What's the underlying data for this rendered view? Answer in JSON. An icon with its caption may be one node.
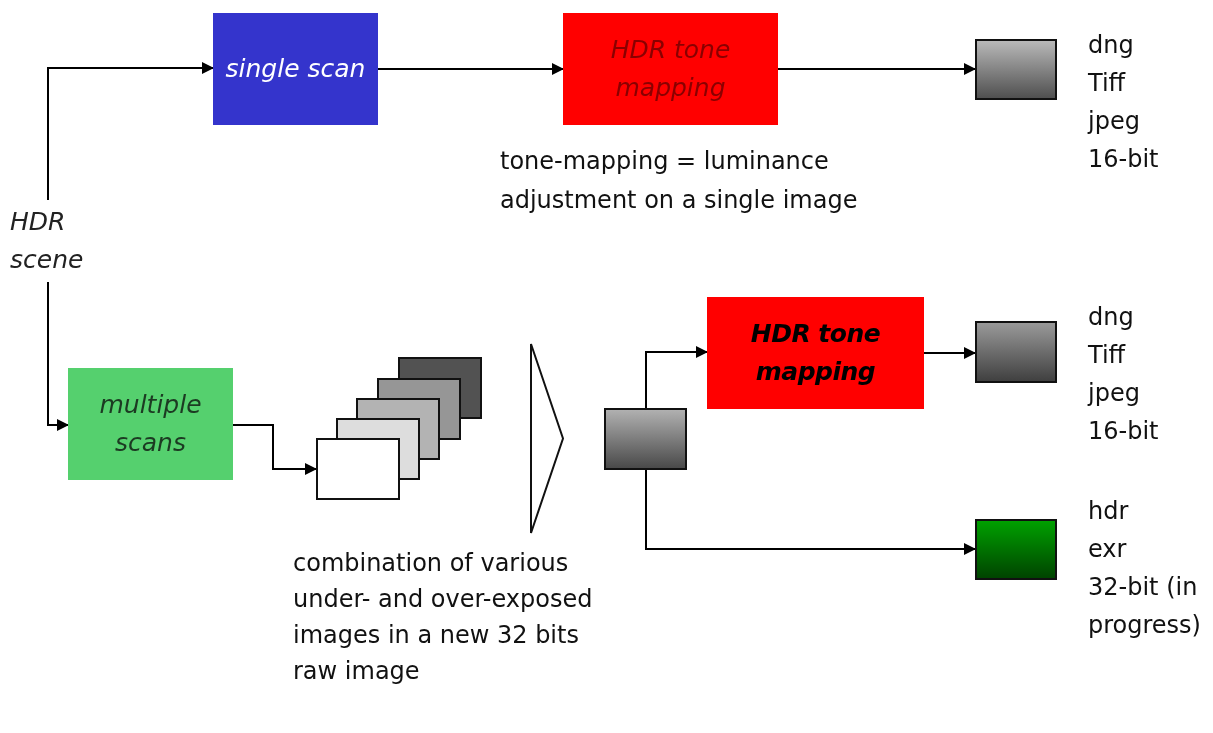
{
  "diagram": {
    "nodes": [
      {
        "text": [
          "HDR scene"
        ]
      },
      {
        "text": [
          "single scan"
        ]
      },
      {
        "text": [
          "HDR tone mapping"
        ],
        "beside": [
          "tone-mapping = luminance adjustment on a single image"
        ]
      },
      {
        "text": [],
        "shape": "box",
        "beside": [
          "dng",
          "Tiff",
          "jpeg",
          "16-bit"
        ]
      },
      {
        "text": [
          "multiple scans"
        ]
      },
      {
        "text": [],
        "shape": "picture"
      },
      {
        "text": [],
        "shape": "triangle"
      },
      {
        "text": [],
        "shape": "box"
      },
      {
        "text": [
          "HDR tone mapping"
        ]
      },
      {
        "text": [],
        "shape": "box",
        "beside": [
          "dng",
          "Tiff",
          "jpeg",
          "16-bit"
        ]
      },
      {
        "text": [],
        "shape": "box",
        "beside": [
          "hdr",
          "exr",
          "32-bit (in progress)"
        ]
      }
    ],
    "edges": [
      {
        "from": 0,
        "to": 1,
        "arrow": "to"
      },
      {
        "from": 1,
        "to": 2,
        "arrow": "to"
      },
      {
        "from": 2,
        "to": 3,
        "arrow": "to"
      },
      {
        "from": 0,
        "to": 4,
        "arrow": "to"
      },
      {
        "from": 4,
        "to": 5,
        "arrow": "to"
      },
      {
        "from": 7,
        "to": 8,
        "arrow": "to"
      },
      {
        "from": 8,
        "to": 9,
        "arrow": "to"
      },
      {
        "from": 7,
        "to": 10,
        "arrow": "to"
      }
    ],
    "labels": [
      "combination of various under- and over-exposed images in a new 32 bits raw image"
    ]
  }
}
